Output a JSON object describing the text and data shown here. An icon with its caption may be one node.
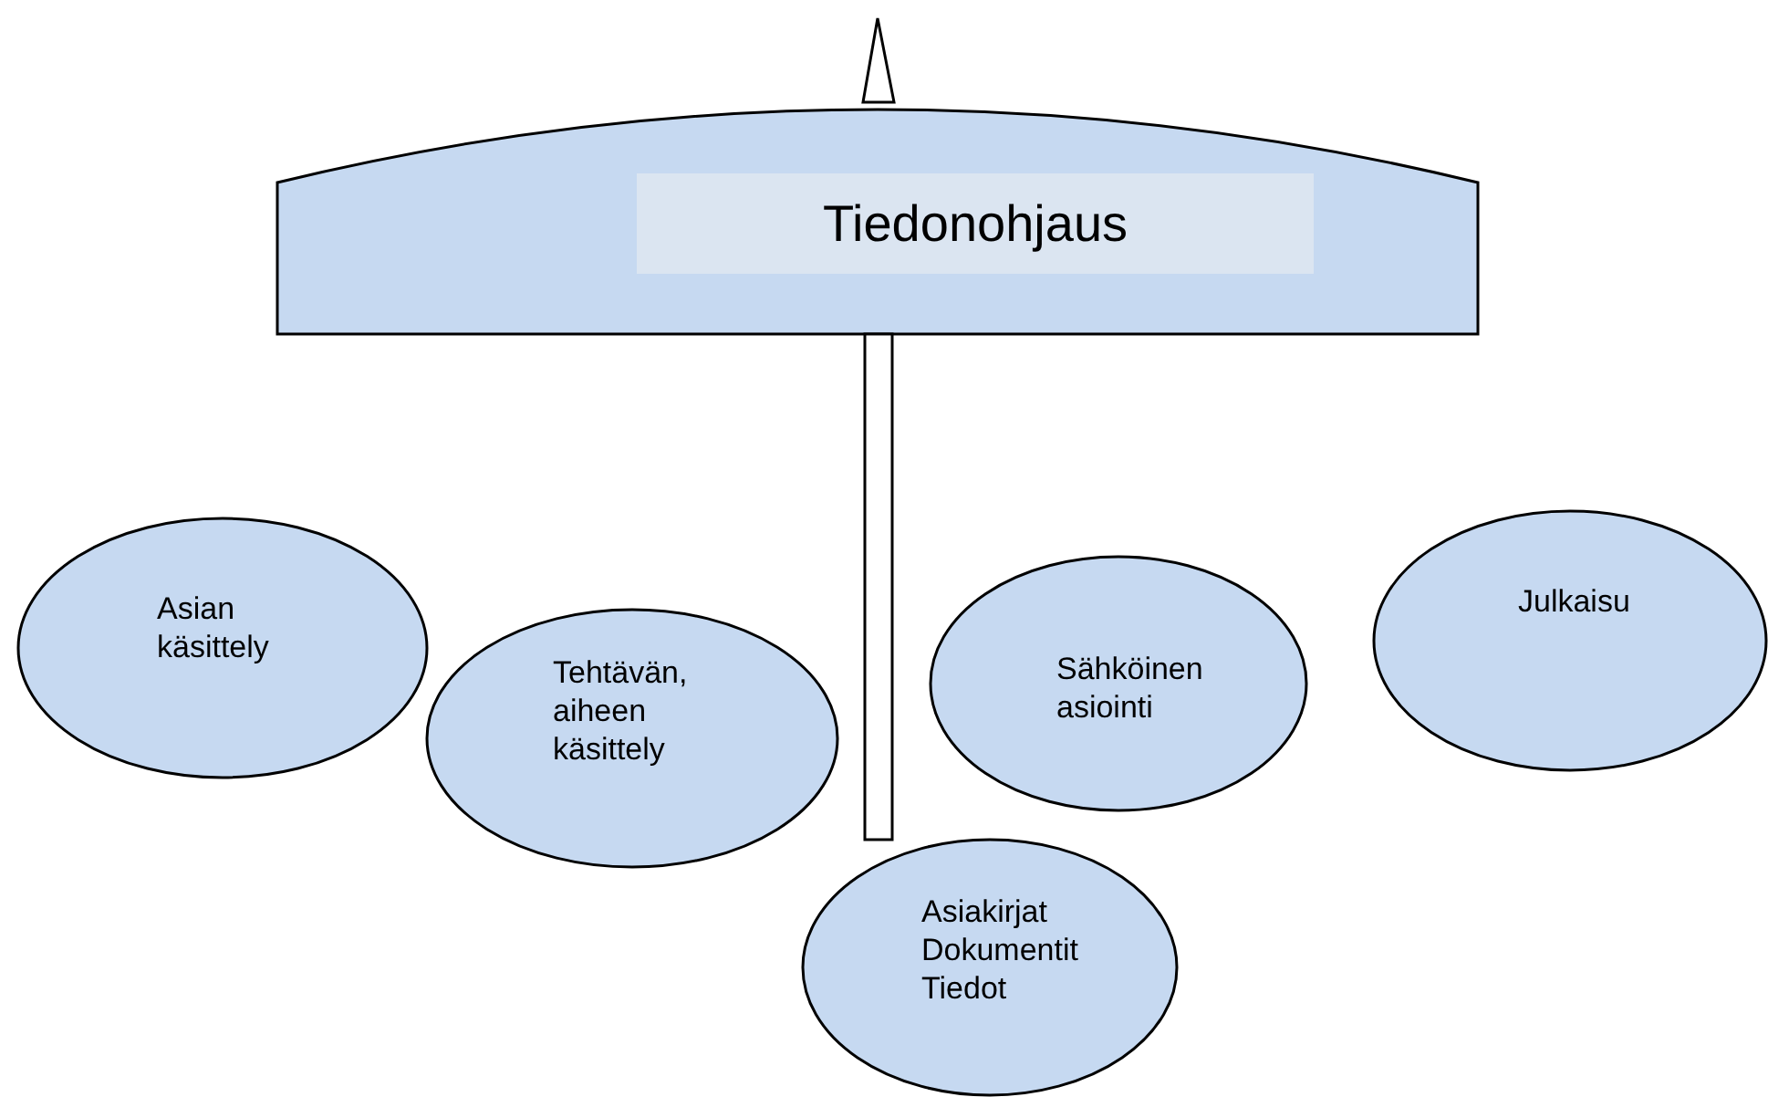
{
  "diagram": {
    "nodes": [
      {
        "text": [
          "Tiedonohjaus"
        ]
      },
      {
        "text": [
          "Asian käsittely"
        ]
      },
      {
        "text": [
          "Tehtävän, aiheen käsittely"
        ]
      },
      {
        "text": [
          "Sähköinen asiointi"
        ]
      },
      {
        "text": [
          "Julkaisu"
        ]
      },
      {
        "text": [
          "Asiakirjat Dokumentit Tiedot"
        ]
      }
    ],
    "edges": []
  }
}
